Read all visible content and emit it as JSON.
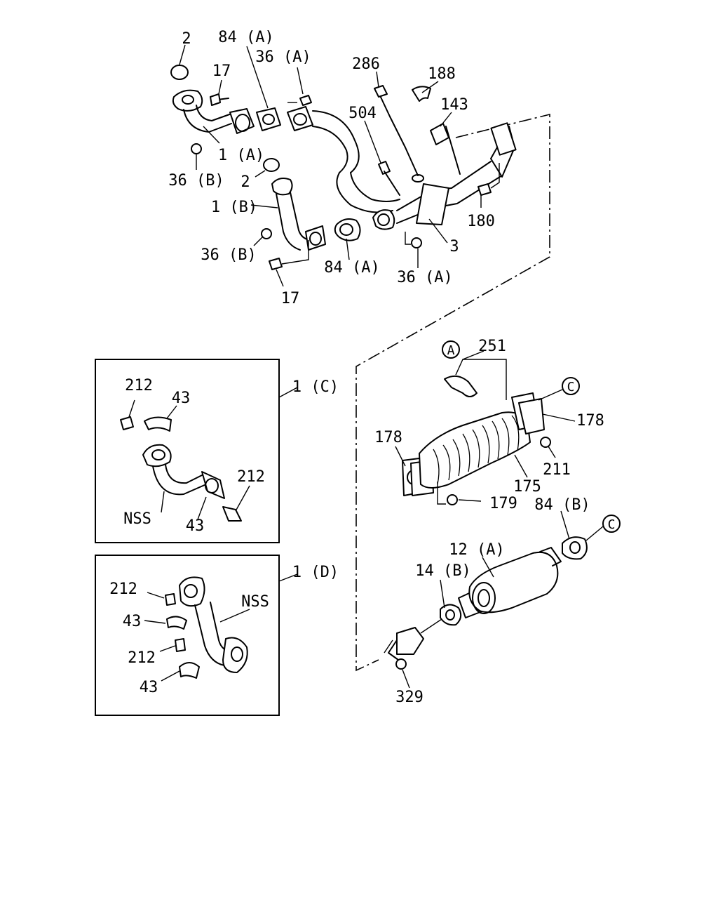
{
  "labels": {
    "l_2a": "2",
    "l_84a_top": "84 (A)",
    "l_36a_top": "36 (A)",
    "l_17a": "17",
    "l_286": "286",
    "l_188": "188",
    "l_504": "504",
    "l_143": "143",
    "l_1a": "1 (A)",
    "l_36b_a": "36 (B)",
    "l_2b": "2",
    "l_1b": "1 (B)",
    "l_180": "180",
    "l_36b_b": "36 (B)",
    "l_3": "3",
    "l_84a_bot": "84 (A)",
    "l_36a_bot": "36 (A)",
    "l_17b": "17",
    "l_1c": "1 (C)",
    "l_1d": "1 (D)",
    "l_251": "251",
    "l_178a": "178",
    "l_178b": "178",
    "l_211": "211",
    "l_175": "175",
    "l_179": "179",
    "l_84b": "84 (B)",
    "l_12a": "12 (A)",
    "l_14b": "14 (B)",
    "l_329": "329",
    "c_212a": "212",
    "c_43a": "43",
    "c_212b": "212",
    "c_nss": "NSS",
    "c_43b": "43",
    "d_212a": "212",
    "d_nss": "NSS",
    "d_43a": "43",
    "d_212b": "212",
    "d_43b": "43",
    "circ_a": "A",
    "circ_c1": "C",
    "circ_c2": "C"
  }
}
